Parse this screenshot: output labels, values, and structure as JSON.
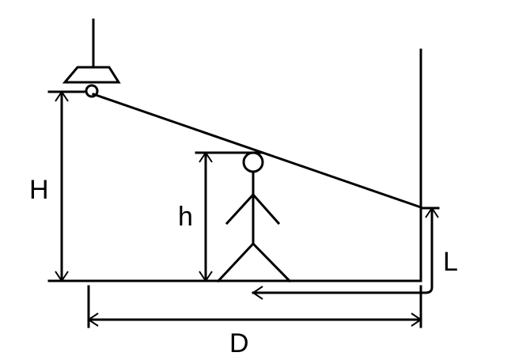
{
  "labels": {
    "lamp_height": "H",
    "person_height": "h",
    "shadow_length": "L",
    "distance": "D"
  },
  "colors": {
    "stroke": "#000000",
    "background": "#ffffff"
  }
}
